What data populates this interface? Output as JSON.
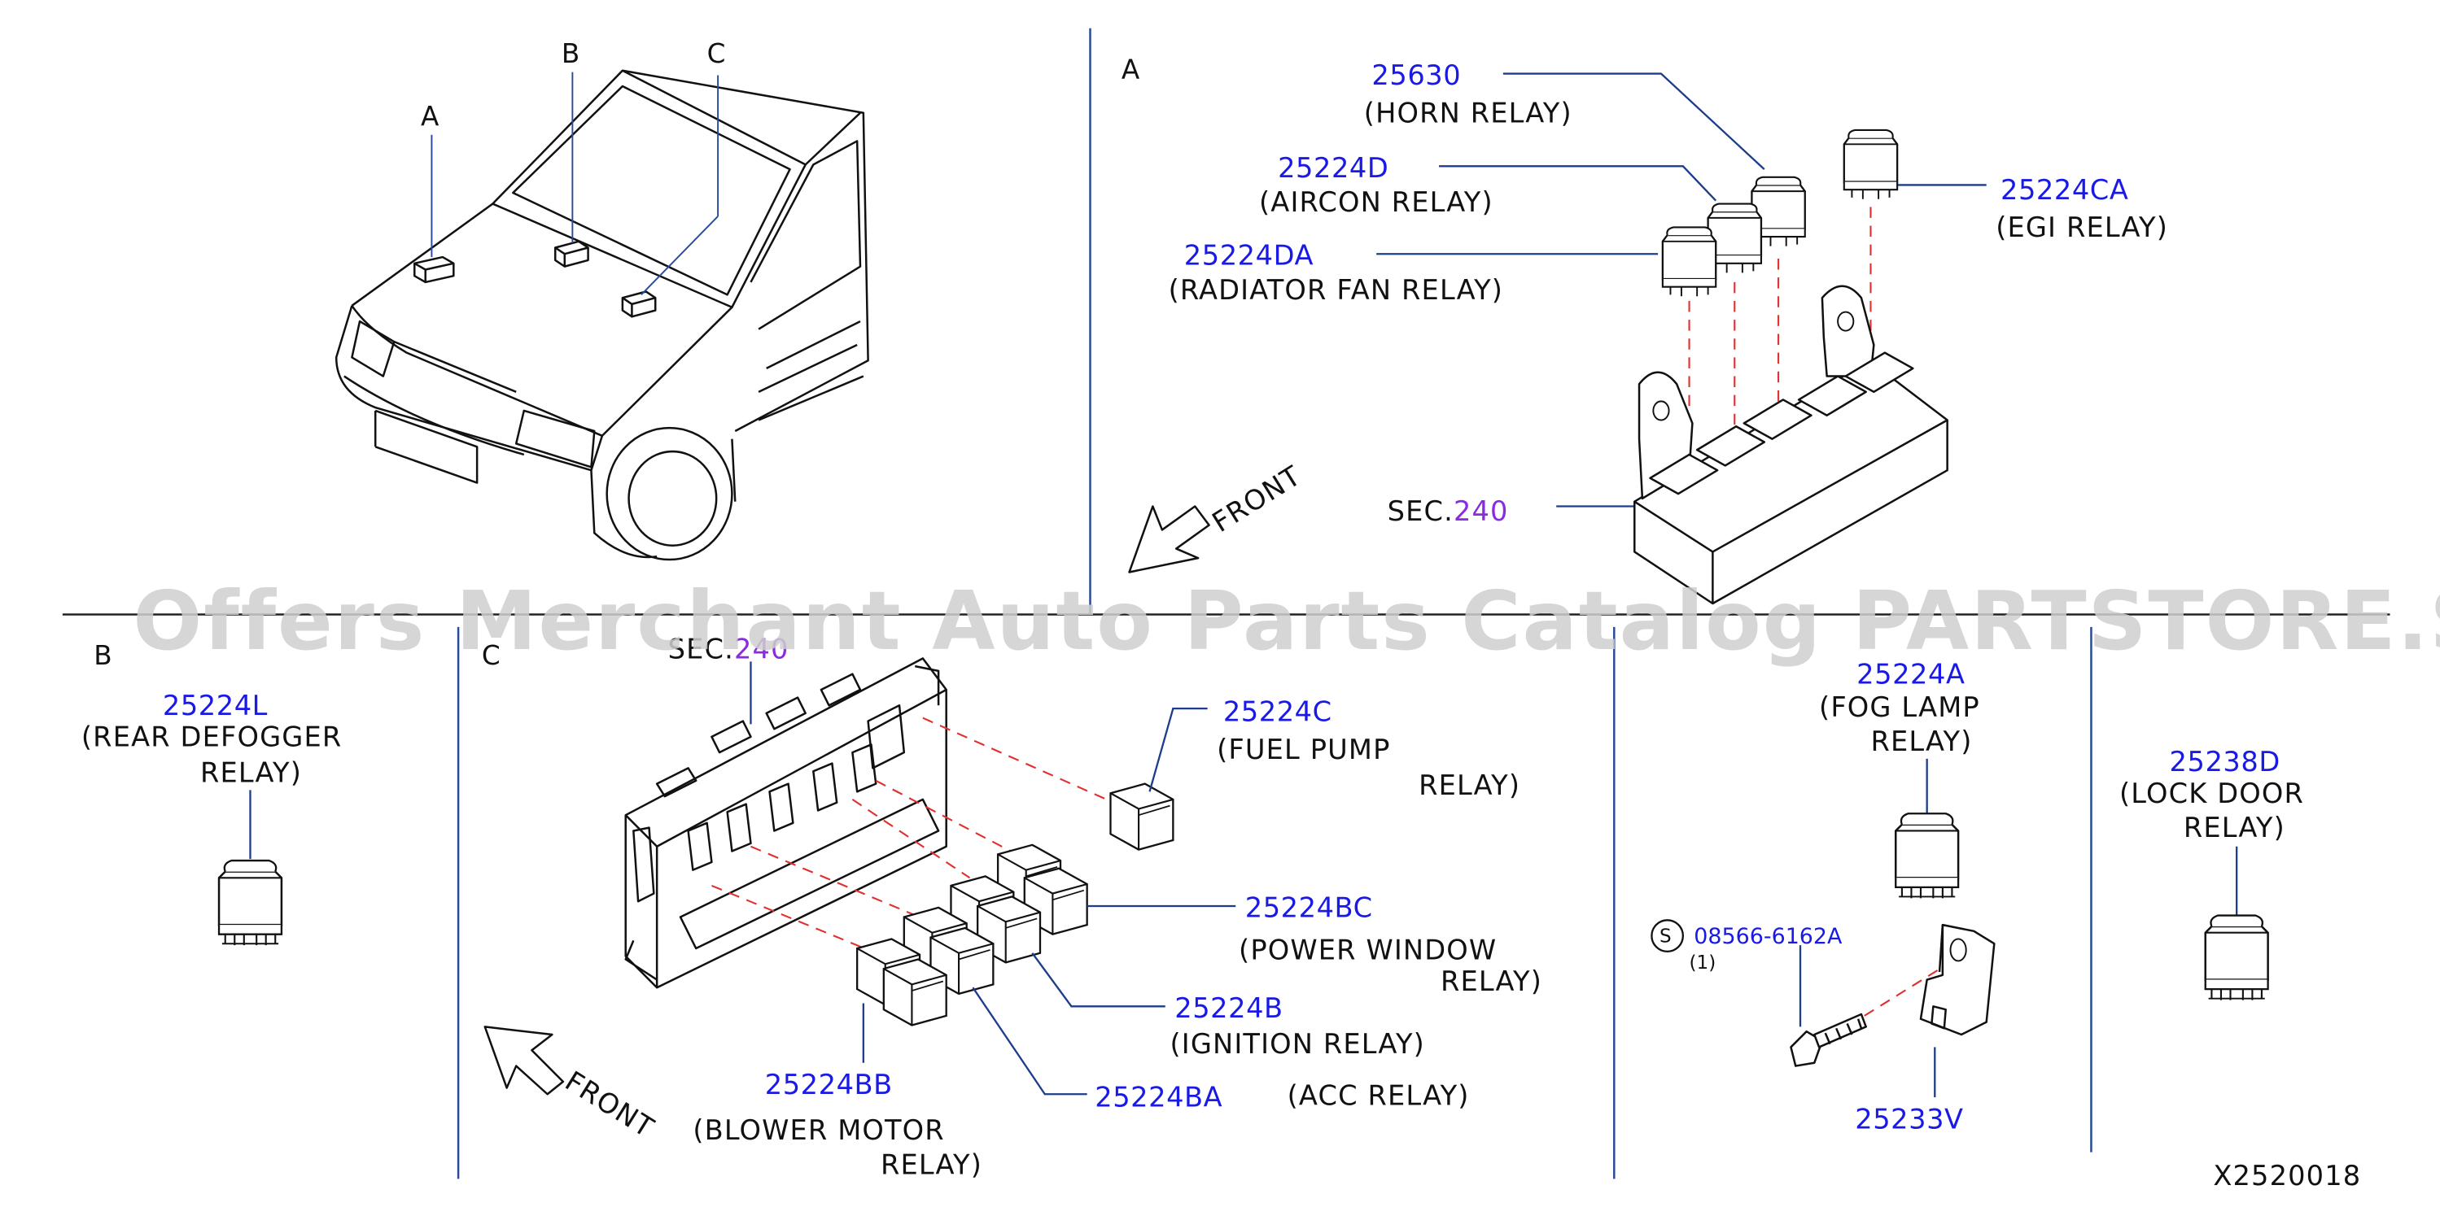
{
  "watermark": "Offers Merchant Auto Parts Catalog PARTSTORE.SA",
  "figure_id": "X2520018",
  "overview": {
    "marker_a": "A",
    "marker_b": "B",
    "marker_c": "C"
  },
  "section_a": {
    "header": "A",
    "parts": [
      {
        "number": "25630",
        "name_lines": [
          "(HORN   RELAY)"
        ]
      },
      {
        "number": "25224D",
        "name_lines": [
          "(AIRCON   RELAY)"
        ]
      },
      {
        "number": "25224DA",
        "name_lines": [
          "(RADIATOR   FAN          RELAY)"
        ]
      },
      {
        "number": "25224CA",
        "name_lines": [
          "(EGI   RELAY)"
        ]
      }
    ],
    "sec_prefix": "SEC.",
    "sec_number": "240",
    "front": "FRONT"
  },
  "section_b": {
    "header": "B",
    "parts": [
      {
        "number": "25224L",
        "name_lines": [
          "(REAR   DEFOGGER",
          "RELAY)"
        ]
      }
    ]
  },
  "section_c": {
    "header": "C",
    "sec_prefix": "SEC.",
    "sec_number": "240",
    "front": "FRONT",
    "parts": [
      {
        "number": "25224C",
        "name_lines": [
          "(FUEL   PUMP",
          "RELAY)"
        ]
      },
      {
        "number": "25224BC",
        "name_lines": [
          "(POWER   WINDOW",
          "RELAY)"
        ]
      },
      {
        "number": "25224B",
        "name_lines": [
          "(IGNITION   RELAY)"
        ]
      },
      {
        "number": "25224BA",
        "name_lines": [
          "(ACC   RELAY)"
        ]
      },
      {
        "number": "25224BB",
        "name_lines": [
          "(BLOWER   MOTOR",
          "RELAY)"
        ]
      }
    ]
  },
  "section_d": {
    "parts": [
      {
        "number": "25224A",
        "name_lines": [
          "(FOG   LAMP",
          "RELAY)"
        ]
      },
      {
        "number": "08566-6162A",
        "symbol": "S",
        "qty": "(1)"
      },
      {
        "number": "25233V"
      }
    ]
  },
  "section_e": {
    "parts": [
      {
        "number": "25238D",
        "name_lines": [
          "(LOCK   DOOR",
          "RELAY)"
        ]
      }
    ]
  }
}
